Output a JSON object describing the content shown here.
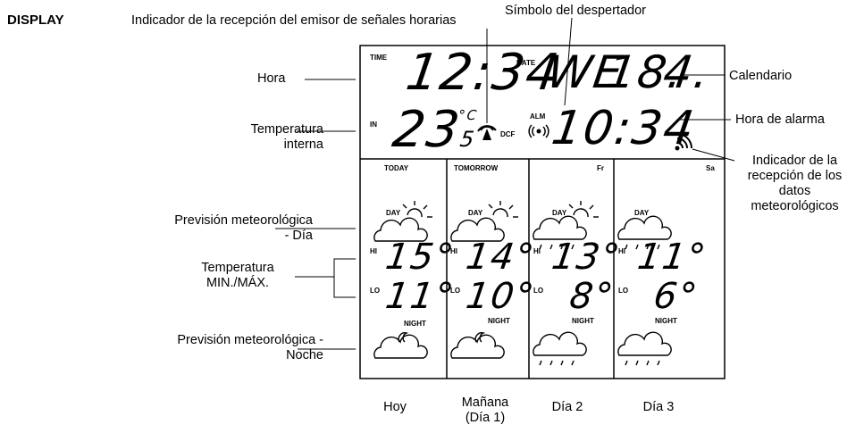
{
  "heading": "DISPLAY",
  "callouts": {
    "dcf_indicator": "Indicador de la recepción del emisor de señales horarias",
    "alarm_symbol": "Símbolo del despertador",
    "time": "Hora",
    "calendar": "Calendario",
    "indoor_temp_1": "Temperatura",
    "indoor_temp_2": "interna",
    "alarm_time": "Hora de alarma",
    "weather_rx_1": "Indicador de la",
    "weather_rx_2": "recepción de los",
    "weather_rx_3": "datos",
    "weather_rx_4": "meteorológicos",
    "forecast_day_1": "Previsión meteorológica",
    "forecast_day_2": "- Día",
    "minmax_1": "Temperatura",
    "minmax_2": "MIN./MÁX.",
    "forecast_night_1": "Previsión meteorológica -",
    "forecast_night_2": "Noche"
  },
  "lcd": {
    "time_tag": "TIME",
    "time": "12:34",
    "date_tag": "DATE",
    "weekday": "WE",
    "day": "18.",
    "month": "4.",
    "in_tag": "IN",
    "temp_int": "23",
    "temp_dec": "5",
    "temp_unit": "°C",
    "dcf_tag": "DCF",
    "alm_tag": "ALM",
    "alarm_time": "10:34",
    "day_tag": "DAY",
    "night_tag": "NIGHT",
    "hi_tag": "HI",
    "lo_tag": "LO",
    "columns": [
      {
        "header": "TODAY",
        "hi": "15°",
        "lo": "11°",
        "day_icon": "sun-cloud-icon",
        "night_icon": "moon-cloud-icon"
      },
      {
        "header": "TOMORROW",
        "hi": "14°",
        "lo": "10°",
        "day_icon": "sun-cloud-icon",
        "night_icon": "moon-cloud-icon"
      },
      {
        "header": "Fr",
        "hi": "13°",
        "lo": "8°",
        "day_icon": "sun-cloud-rain-icon",
        "night_icon": "cloud-rain-icon"
      },
      {
        "header": "Sa",
        "hi": "11°",
        "lo": "6°",
        "day_icon": "cloud-rain-icon",
        "night_icon": "cloud-rain-icon"
      }
    ]
  },
  "bottom_labels": [
    "Hoy",
    "Mañana",
    "(Día 1)",
    "Día 2",
    "Día 3"
  ]
}
